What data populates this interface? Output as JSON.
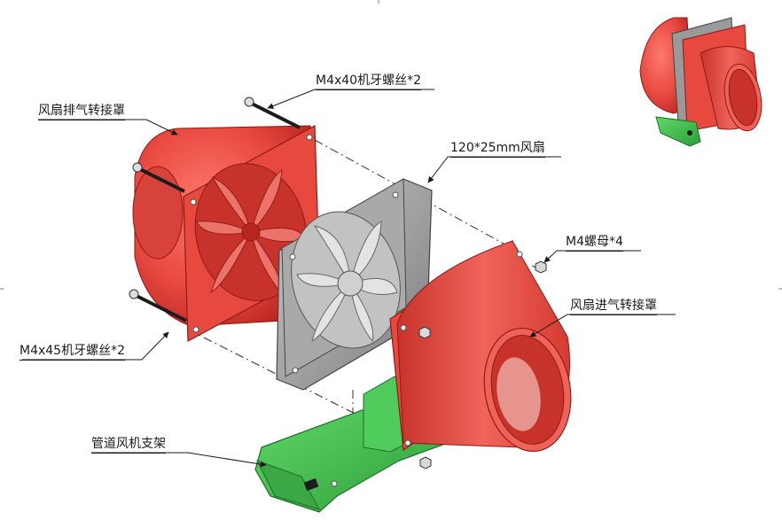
{
  "labels": {
    "exhaust_adapter": "风扇排气转接罩",
    "screw_m4x40": "M4x40机牙螺丝*2",
    "fan": "120*25mm风扇",
    "nut_m4": "M4螺母*4",
    "intake_adapter": "风扇进气转接罩",
    "screw_m4x45": "M4x45机牙螺丝*2",
    "bracket": "管道风机支架"
  },
  "colors": {
    "adapter_red": "#e8493f",
    "adapter_dark": "#b8261f",
    "bracket_green": "#3fc24b",
    "fan_frame_gray": "#9a9a9a",
    "fan_blade_gray": "#d6d6d6",
    "screw_black": "#1c1c1c"
  }
}
